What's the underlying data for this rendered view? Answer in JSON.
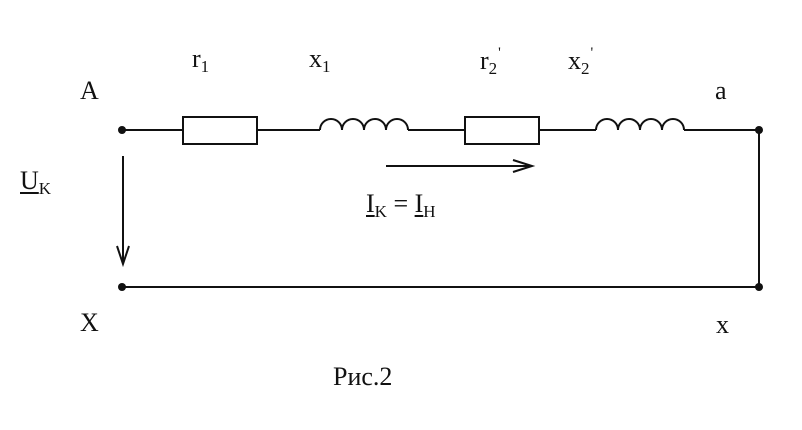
{
  "terminals": {
    "top_left": "A",
    "top_right": "a",
    "bottom_left": "X",
    "bottom_right": "x"
  },
  "elements": {
    "r1": {
      "base": "r",
      "sub": "1"
    },
    "x1": {
      "base": "x",
      "sub": "1"
    },
    "r2": {
      "base": "r",
      "sub": "2",
      "prime": "'"
    },
    "x2": {
      "base": "x",
      "sub": "2",
      "prime": "'"
    }
  },
  "voltage": {
    "base": "U",
    "sub": "K"
  },
  "current": {
    "left_base": "I",
    "left_sub": "K",
    "equals": "=",
    "right_base": "I",
    "right_sub": "H"
  },
  "caption": "Рис.2",
  "colors": {
    "ink": "#111111",
    "background": "#ffffff"
  }
}
